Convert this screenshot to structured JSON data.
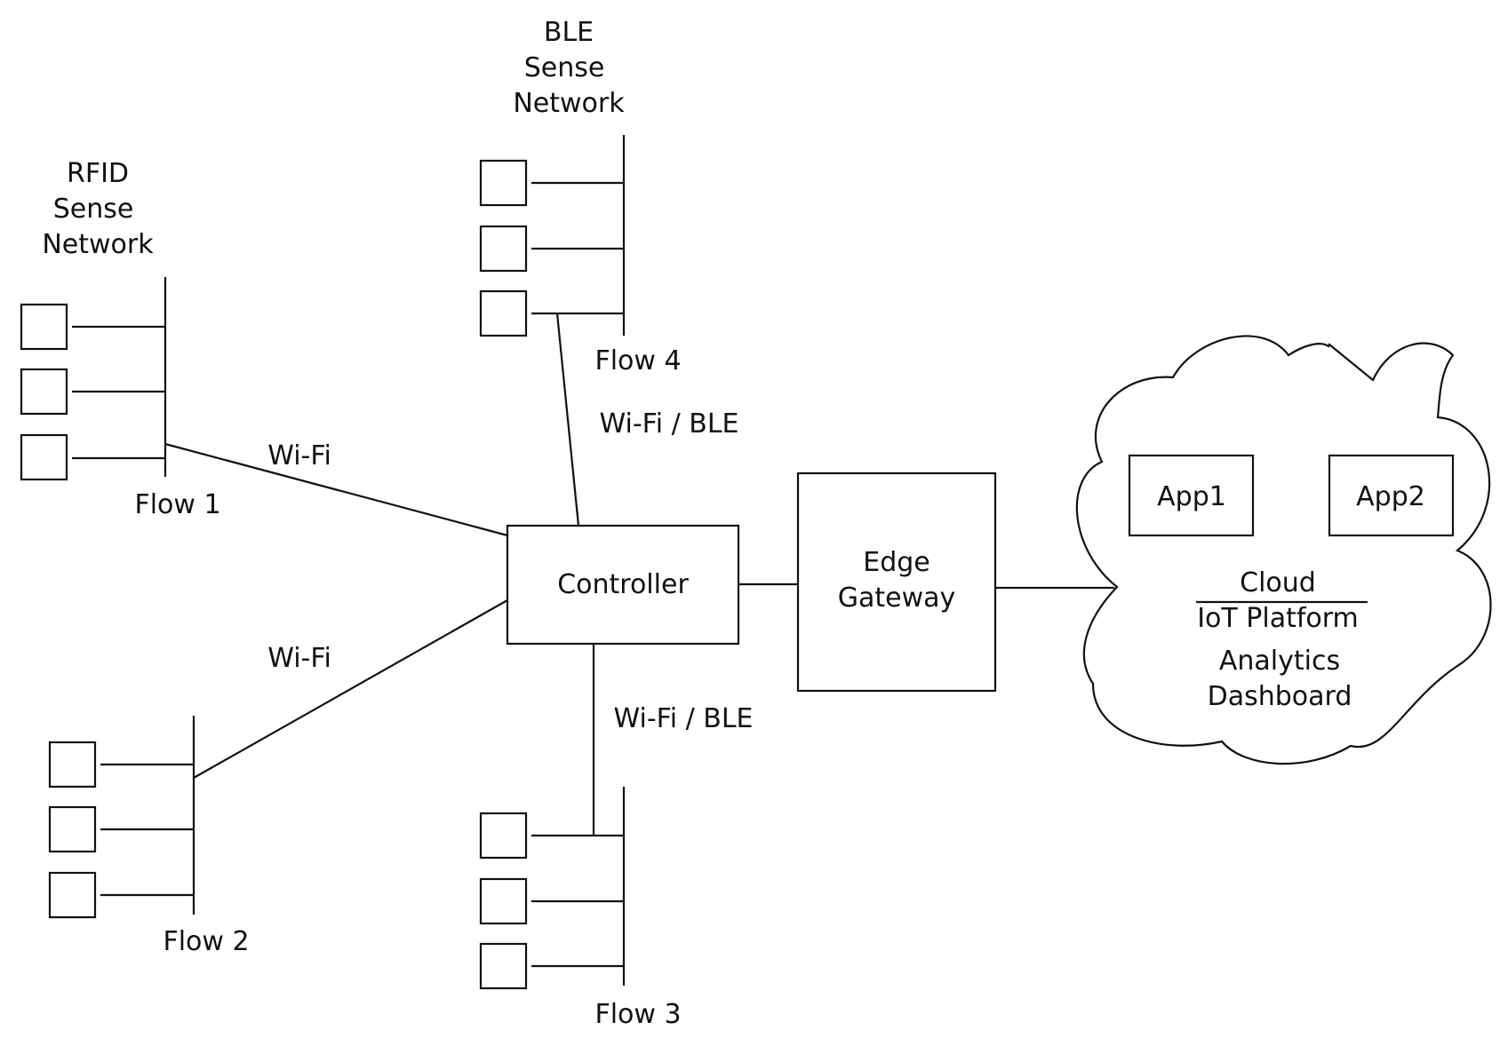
{
  "networks": {
    "rfid": {
      "title": [
        "RFID",
        "Sense",
        "Network"
      ]
    },
    "ble": {
      "title": [
        "BLE",
        "Sense",
        "Network"
      ]
    }
  },
  "flows": {
    "flow1": "Flow 1",
    "flow2": "Flow 2",
    "flow3": "Flow 3",
    "flow4": "Flow 4"
  },
  "links": {
    "flow1_link": "Wi-Fi",
    "flow2_link": "Wi-Fi",
    "flow3_link": "Wi-Fi / BLE",
    "flow4_link": "Wi-Fi / BLE"
  },
  "controller": {
    "label": "Controller"
  },
  "gateway": {
    "label": [
      "Edge",
      "Gateway"
    ]
  },
  "cloud": {
    "apps": [
      "App1",
      "App2"
    ],
    "title": "Cloud",
    "platform": "IoT Platform",
    "services": [
      "Analytics",
      "Dashboard"
    ]
  }
}
